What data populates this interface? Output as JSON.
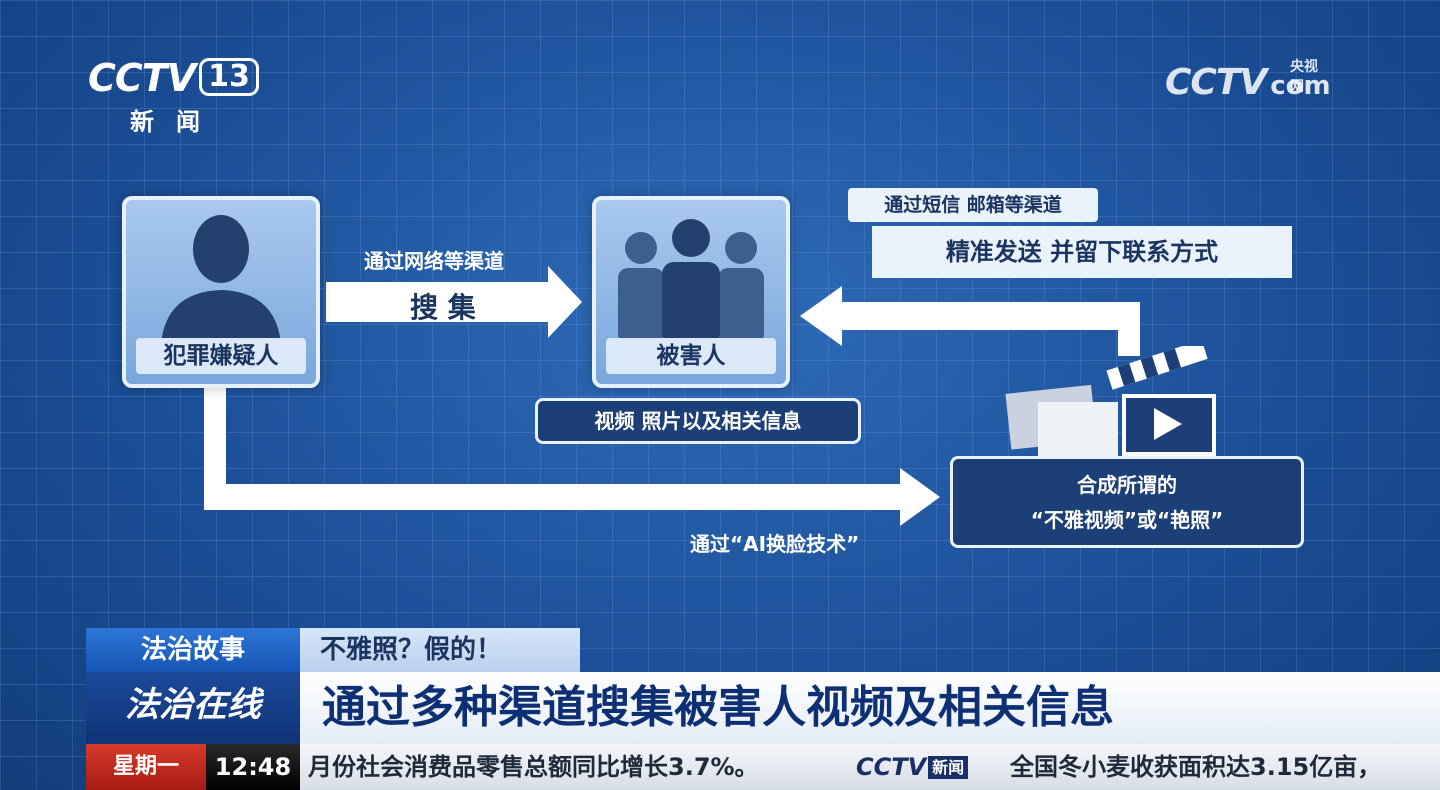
{
  "logos": {
    "left_brand": "CCTV",
    "left_channel": "13",
    "left_sub": "新闻",
    "right_brand": "CCTV",
    "right_cn": "央视网",
    "right_com": "com"
  },
  "diagram": {
    "suspect_label": "犯罪嫌疑人",
    "victim_label": "被害人",
    "arrow1_caption": "通过网络等渠道",
    "arrow1_label": "搜 集",
    "collected_label": "视频  照片以及相关信息",
    "sms_caption": "通过短信 邮箱等渠道",
    "sms_box": "精准发送    并留下联系方式",
    "result_line1": "合成所谓的",
    "result_line2": "“不雅视频”或“艳照”",
    "ai_caption": "通过“AI换脸技术”"
  },
  "lower_third": {
    "program_tag": "法治故事",
    "topic_tag": "不雅照？假的！",
    "show_name": "法治在线",
    "headline": "通过多种渠道搜集被害人视频及相关信息"
  },
  "ticker": {
    "day": "星期一",
    "time": "12:48",
    "news1": "月份社会消费品零售总额同比增长3.7%。",
    "logo_brand": "CCTV",
    "logo_news": "新闻",
    "news2": "全国冬小麦收获面积达3.15亿亩，"
  },
  "colors": {
    "background": "#1d56a0",
    "accent_red": "#d63a2a",
    "headline_blue": "#0d2f73"
  }
}
